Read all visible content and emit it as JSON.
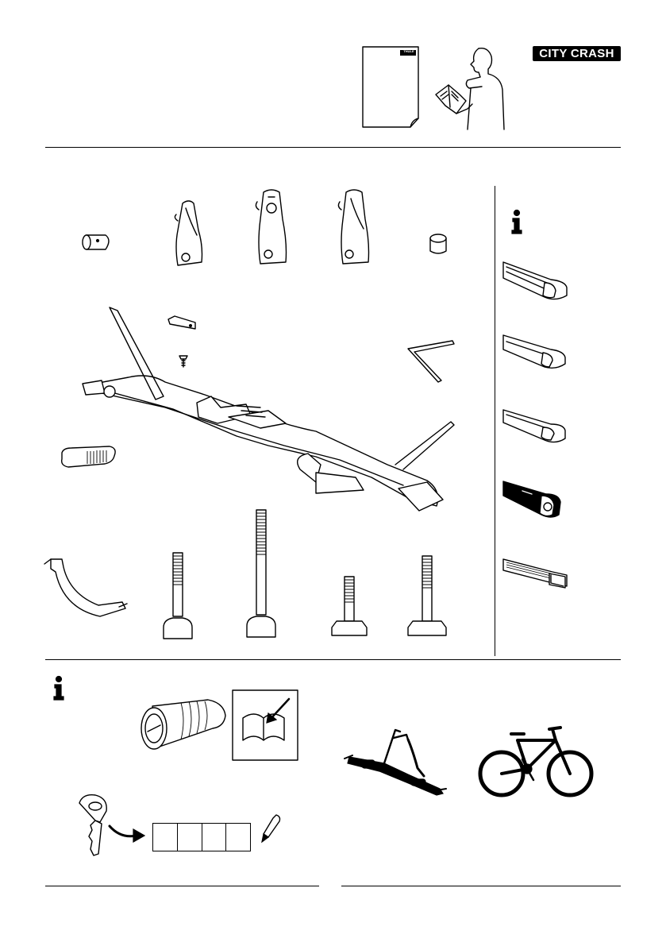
{
  "header": {
    "brand_badge": "CITY CRASH",
    "booklet_logo": "THULE"
  },
  "colors": {
    "ink": "#000000",
    "paper": "#ffffff"
  },
  "sections": {
    "parts": {
      "info_icon": "info-icon",
      "bar_types_count": 5
    },
    "info": {
      "info_icon": "info-icon",
      "key_code_cells": 4
    }
  }
}
